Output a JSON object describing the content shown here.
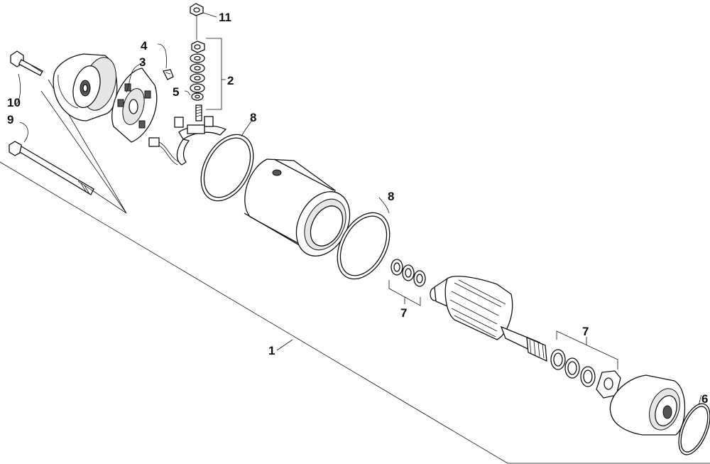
{
  "callouts": {
    "c1": "1",
    "c2": "2",
    "c3": "3",
    "c4": "4",
    "c5": "5",
    "c6": "6",
    "c7a": "7",
    "c7b": "7",
    "c8a": "8",
    "c8b": "8",
    "c9": "9",
    "c10": "10",
    "c11": "11"
  }
}
